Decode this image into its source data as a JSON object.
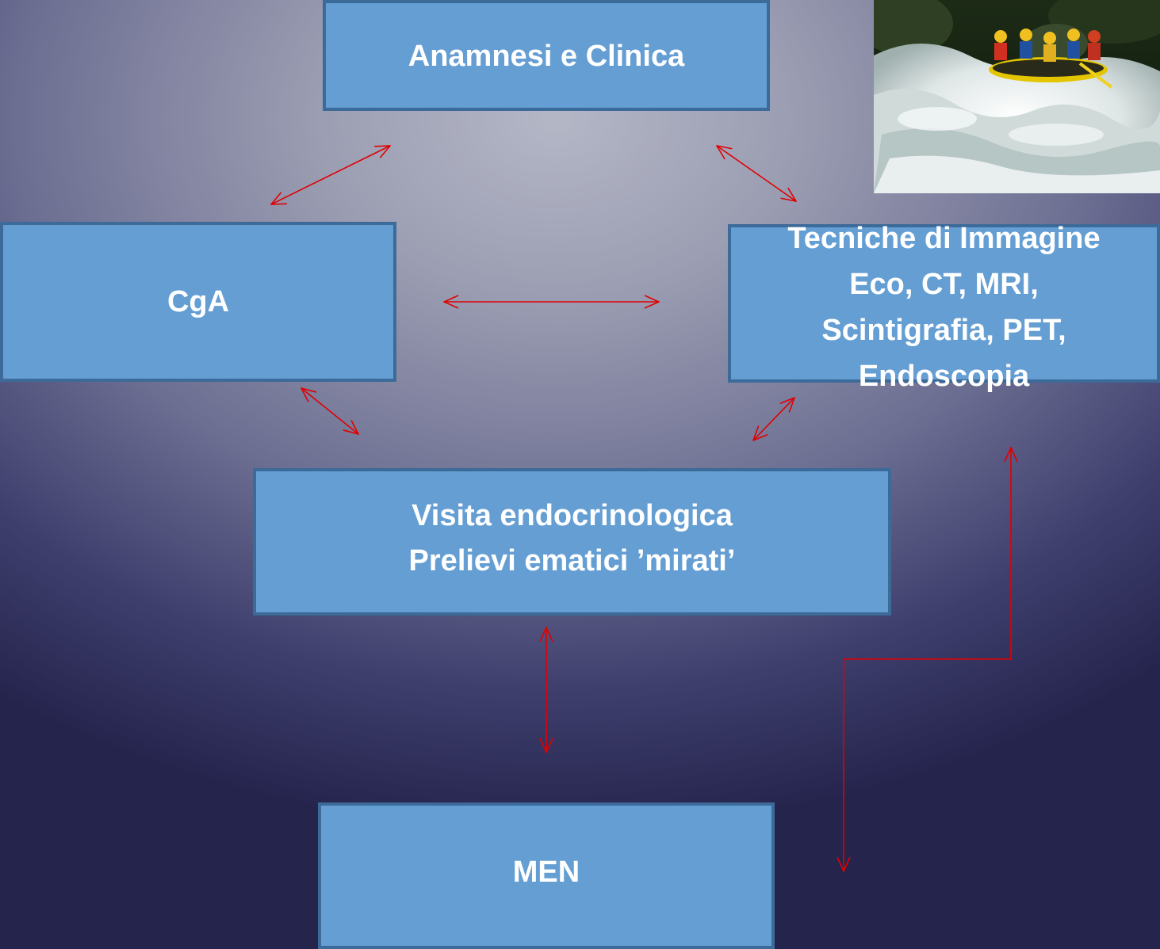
{
  "nodes": {
    "anamnesi": {
      "label": "Anamnesi e Clinica"
    },
    "cga": {
      "label": "CgA"
    },
    "tecniche": {
      "lines": [
        "Tecniche di Immagine",
        "Eco, CT, MRI,",
        "Scintigrafia, PET,",
        "Endoscopia"
      ]
    },
    "visita": {
      "lines": [
        "Visita endocrinologica",
        "Prelievi ematici ’mirati’"
      ]
    },
    "men": {
      "label": "MEN"
    }
  },
  "edges": [
    {
      "from": "cga",
      "to": "anamnesi",
      "bidirectional": true
    },
    {
      "from": "anamnesi",
      "to": "tecniche",
      "bidirectional": true
    },
    {
      "from": "cga",
      "to": "tecniche",
      "bidirectional": true
    },
    {
      "from": "cga",
      "to": "visita",
      "bidirectional": true
    },
    {
      "from": "visita",
      "to": "tecniche",
      "bidirectional": true
    },
    {
      "from": "visita",
      "to": "men",
      "bidirectional": true
    },
    {
      "from": "men",
      "to": "tecniche",
      "bidirectional": true,
      "routed": "elbow"
    }
  ],
  "photo": {
    "subject": "white-water-rafting-photo"
  },
  "colors": {
    "box_fill": "#649ed3",
    "box_border": "#3c6a99",
    "arrow": "#e00000",
    "text": "#ffffff"
  }
}
